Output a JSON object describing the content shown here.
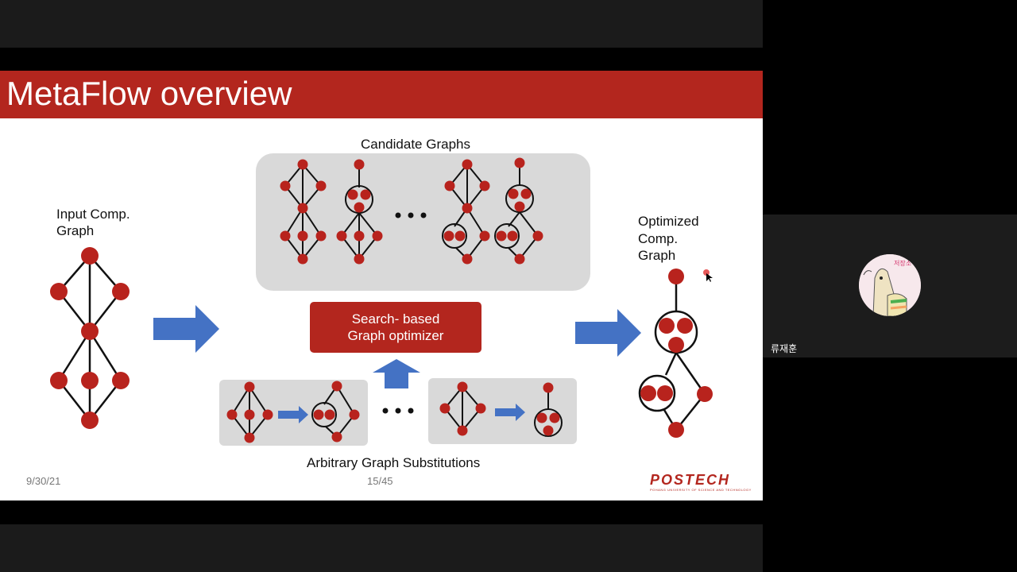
{
  "slide": {
    "title": "MetaFlow overview",
    "input_label_line1": "Input Comp.",
    "input_label_line2": "Graph",
    "candidate_label": "Candidate Graphs",
    "optimizer_line1": "Search- based",
    "optimizer_line2": "Graph optimizer",
    "substitutions_label": "Arbitrary Graph Substitutions",
    "output_label_line1": "Optimized",
    "output_label_line2": "Comp.",
    "output_label_line3": "Graph",
    "date": "9/30/21",
    "page": "15/45",
    "logo": "POSTECH",
    "logo_sub": "POHANG UNIVERSITY OF SCIENCE AND TECHNOLOGY"
  },
  "participant": {
    "name": "류재훈",
    "avatar_text": "저장소"
  },
  "colors": {
    "accent": "#b3261e",
    "node": "#b8231d",
    "arrow": "#4472c4",
    "panel": "#d9d9d9"
  }
}
